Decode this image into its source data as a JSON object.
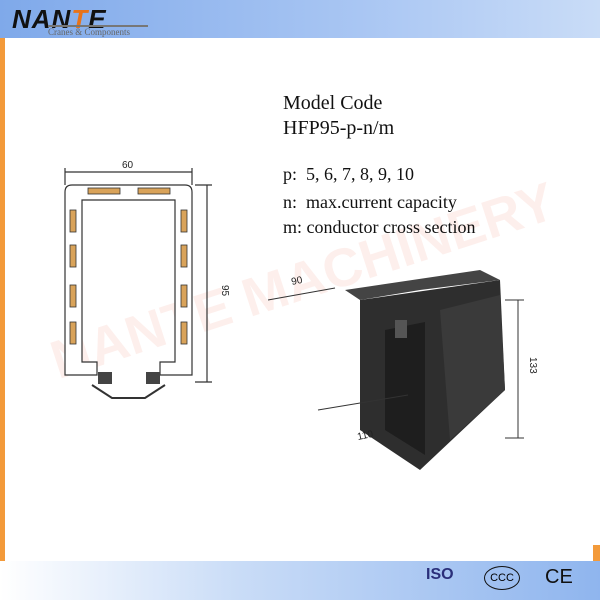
{
  "brand": {
    "logo_prefix": "NAN",
    "logo_t": "T",
    "logo_suffix": "E",
    "tagline": "Cranes & Components",
    "watermark": "NANTE MACHINERY"
  },
  "spec": {
    "title": "Model Code",
    "model": "HFP95-p-n/m",
    "p_line": "p:  5, 6, 7, 8, 9, 10",
    "n_line": "n:  max.current capacity",
    "m_line": "m: conductor cross section"
  },
  "dimensions": {
    "profile_width": "60",
    "profile_height": "95",
    "collector_depth": "90",
    "collector_height": "133",
    "collector_width": "110"
  },
  "certifications": [
    "ISO",
    "CCC",
    "CE"
  ],
  "colors": {
    "header": "#7fa9ea",
    "accent": "#f39a3a",
    "housing": "#2b2b2b",
    "conductor": "#d9a35a"
  }
}
